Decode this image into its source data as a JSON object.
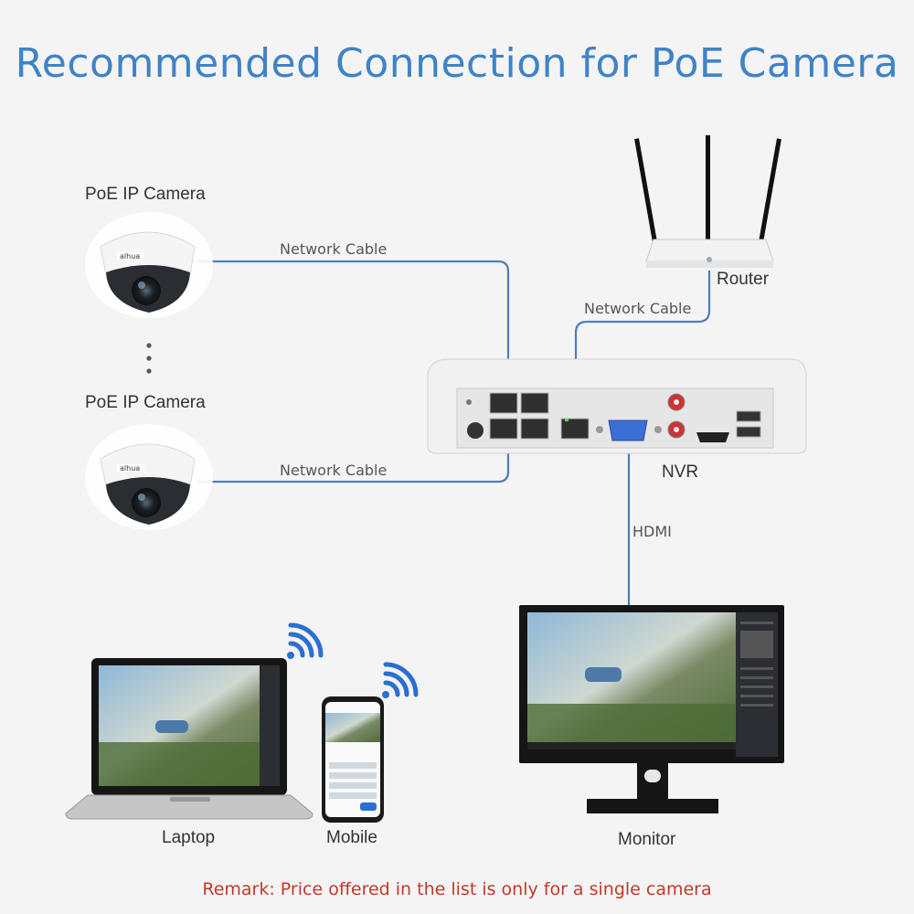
{
  "title": "Recommended Connection for PoE Camera",
  "cameras": [
    {
      "label": "PoE IP Camera",
      "brand": "alhua"
    },
    {
      "label": "PoE IP Camera",
      "brand": "alhua"
    }
  ],
  "cables": {
    "cam1": "Network Cable",
    "cam2": "Network Cable",
    "router": "Network Cable",
    "monitor": "HDMI"
  },
  "devices": {
    "router": "Router",
    "nvr": "NVR",
    "monitor": "Monitor",
    "laptop": "Laptop",
    "mobile": "Mobile"
  },
  "remark": {
    "prefix": "Remark",
    "text": ": Price offered in the list is only for a single camera"
  },
  "colors": {
    "title": "#3f83c7",
    "cable": "#4a7fc1",
    "remark": "#c0392b",
    "wifi": "#2a6fd1"
  },
  "icons": [
    "dome-camera-icon",
    "router-icon",
    "nvr-icon",
    "monitor-icon",
    "laptop-icon",
    "smartphone-icon",
    "wifi-icon"
  ]
}
